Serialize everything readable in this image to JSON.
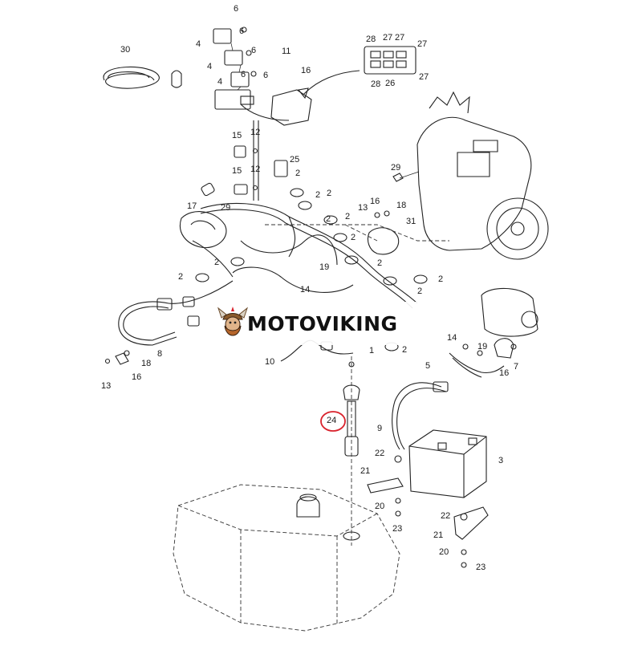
{
  "watermark": {
    "text": "MOTOVIKING",
    "logo": "viking-mascot-logo"
  },
  "highlighted_callout": "24",
  "colors": {
    "line": "#222222",
    "highlight": "#d9232d",
    "background": "#ffffff"
  },
  "callouts": [
    "6",
    "4",
    "6",
    "4",
    "6",
    "4",
    "6",
    "30",
    "11",
    "16",
    "6",
    "28",
    "27",
    "27",
    "27",
    "28",
    "26",
    "27",
    "15",
    "12",
    "15",
    "12",
    "25",
    "2",
    "2",
    "29",
    "17",
    "29",
    "2",
    "2",
    "16",
    "13",
    "18",
    "2",
    "31",
    "2",
    "2",
    "2",
    "19",
    "2",
    "2",
    "14",
    "2",
    "14",
    "19",
    "7",
    "16",
    "5",
    "1",
    "2",
    "10",
    "8",
    "18",
    "13",
    "16",
    "24",
    "3",
    "22",
    "21",
    "20",
    "23",
    "22",
    "21",
    "20",
    "23",
    "9"
  ]
}
